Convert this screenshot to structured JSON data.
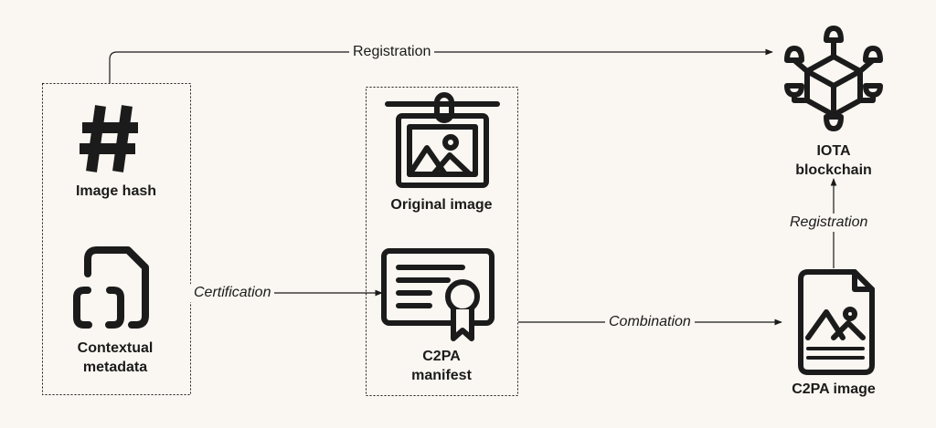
{
  "nodes": {
    "image_hash": "Image hash",
    "contextual_metadata": "Contextual metadata",
    "original_image": "Original image",
    "c2pa_manifest": "C2PA manifest",
    "c2pa_image": "C2PA image",
    "iota_blockchain": "IOTA blockchain"
  },
  "edges": {
    "registration_top": "Registration",
    "certification": "Certification",
    "combination": "Combination",
    "registration_right": "Registration"
  },
  "icons": {
    "hash": "hash-icon",
    "document": "document-icon",
    "picture": "hanging-picture-icon",
    "certificate": "certificate-icon",
    "image_file": "image-file-icon",
    "blockchain": "blockchain-icon"
  }
}
